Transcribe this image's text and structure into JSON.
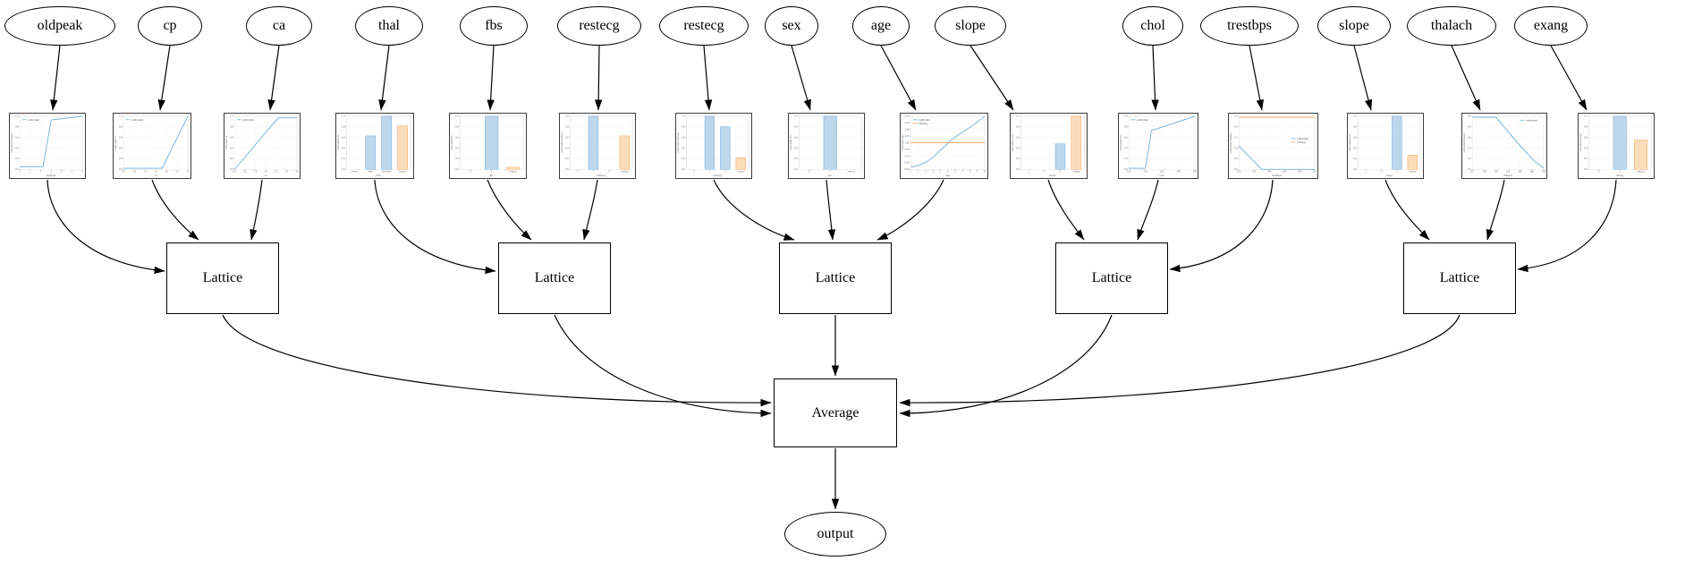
{
  "diagram": {
    "features": [
      "oldpeak",
      "cp",
      "ca",
      "thal",
      "fbs",
      "restecg",
      "restecg",
      "sex",
      "age",
      "slope",
      "chol",
      "trestbps",
      "slope",
      "thalach",
      "exang"
    ],
    "lattice_nodes": [
      "Lattice",
      "Lattice",
      "Lattice",
      "Lattice",
      "Lattice"
    ],
    "average_label": "Average",
    "output_label": "output",
    "groups": [
      [
        0,
        1,
        2
      ],
      [
        3,
        4,
        5
      ],
      [
        6,
        7,
        8
      ],
      [
        9,
        10,
        11
      ],
      [
        12,
        13,
        14
      ]
    ]
  },
  "colors": {
    "edge": "#000000",
    "calibrated_line": "#6facdc",
    "calibrated_fill": "#bcd6ea",
    "missing_line": "#f2a25c",
    "missing_fill": "#fbdcba"
  },
  "chart_data": [
    {
      "type": "line",
      "xlabel": "oldpeak",
      "ylabel": "calibrated oldpeak",
      "ymax": 1,
      "yticks": [
        "0.0",
        "0.2",
        "0.4",
        "0.6",
        "0.8",
        "1.0"
      ],
      "xticks": [
        "0",
        "1",
        "2",
        "3",
        "4",
        "5",
        "6"
      ],
      "legend": [
        {
          "label": "calibrated",
          "color": "blue"
        }
      ],
      "legend_pos": "tl",
      "series": [
        {
          "name": "calibrated",
          "color": "blue",
          "points": [
            [
              0,
              0.05
            ],
            [
              0.37,
              0.05
            ],
            [
              0.5,
              0.93
            ],
            [
              1,
              1.0
            ]
          ]
        }
      ]
    },
    {
      "type": "line",
      "xlabel": "cp",
      "ylabel": "calibrated cp",
      "ymax": 1,
      "yticks": [
        "0.0",
        "0.2",
        "0.4",
        "0.6",
        "0.8",
        "1.0"
      ],
      "xticks": [
        "0.0",
        "0.5",
        "1.0",
        "1.5",
        "2.0",
        "2.5",
        "3.0"
      ],
      "legend": [
        {
          "label": "calibrated",
          "color": "blue"
        }
      ],
      "legend_pos": "tl",
      "series": [
        {
          "name": "calibrated",
          "color": "blue",
          "points": [
            [
              0,
              0.02
            ],
            [
              0.6,
              0.02
            ],
            [
              1,
              1.0
            ]
          ]
        }
      ]
    },
    {
      "type": "line",
      "xlabel": "ca",
      "ylabel": "calibrated ca",
      "ymax": 1,
      "yticks": [
        "0.0",
        "0.2",
        "0.4",
        "0.6",
        "0.8",
        "1.0"
      ],
      "xticks": [
        "0.0",
        "0.5",
        "1.0",
        "1.5",
        "2.0",
        "2.5",
        "3.0"
      ],
      "legend": [
        {
          "label": "calibrated",
          "color": "blue"
        }
      ],
      "legend_pos": "tl",
      "series": [
        {
          "name": "calibrated",
          "color": "blue",
          "points": [
            [
              0,
              0.0
            ],
            [
              0.7,
              0.97
            ],
            [
              1,
              0.97
            ]
          ]
        }
      ]
    },
    {
      "type": "bar",
      "xlabel": "thal",
      "ylabel": "calibrated thal",
      "ymax": 1,
      "yticks": [
        "0.0",
        "0.2",
        "0.4",
        "0.6",
        "0.8",
        "1.0"
      ],
      "categories": [
        "normal",
        "fixed",
        "reversible",
        "missing"
      ],
      "values": [
        0,
        0.63,
        1.0,
        0.82
      ],
      "bar_colors": [
        "blue",
        "blue",
        "blue",
        "orange"
      ]
    },
    {
      "type": "bar",
      "xlabel": "fbs",
      "ylabel": "calibrated fbs",
      "ymax": 1,
      "yticks": [
        "0.0",
        "0.2",
        "0.4",
        "0.6",
        "0.8",
        "1.0"
      ],
      "categories": [
        "0",
        "1",
        "missing"
      ],
      "values": [
        0,
        1.0,
        0.04
      ],
      "bar_colors": [
        "blue",
        "blue",
        "orange"
      ]
    },
    {
      "type": "bar",
      "xlabel": "restecg",
      "ylabel": "calibrated restecg",
      "ymax": 1,
      "yticks": [
        "0.0",
        "0.2",
        "0.4",
        "0.6",
        "0.8",
        "1.0"
      ],
      "categories": [
        "0",
        "1",
        "2",
        "missing"
      ],
      "values": [
        0,
        1.0,
        0,
        0.63
      ],
      "bar_colors": [
        "blue",
        "blue",
        "blue",
        "orange"
      ]
    },
    {
      "type": "bar",
      "xlabel": "restecg",
      "ylabel": "calibrated restecg",
      "ymax": 1,
      "yticks": [
        "0.0",
        "0.2",
        "0.4",
        "0.6",
        "0.8",
        "1.0"
      ],
      "categories": [
        "0",
        "1",
        "2",
        "missing"
      ],
      "values": [
        0,
        1.0,
        0.8,
        0.22
      ],
      "bar_colors": [
        "blue",
        "blue",
        "blue",
        "orange"
      ]
    },
    {
      "type": "bar",
      "xlabel": "sex",
      "ylabel": "calibrated sex",
      "ymax": 1,
      "yticks": [
        "0.0",
        "0.2",
        "0.4",
        "0.6",
        "0.8",
        "1.0"
      ],
      "categories": [
        "0",
        "1",
        "missing"
      ],
      "values": [
        0,
        1.0,
        0
      ],
      "bar_colors": [
        "blue",
        "blue",
        "orange"
      ]
    },
    {
      "type": "line",
      "xlabel": "age",
      "ylabel": "calibrated age",
      "ymax": 2,
      "yticks": [
        "0.00",
        "0.25",
        "0.50",
        "0.75",
        "1.00",
        "1.25",
        "1.50",
        "1.75",
        "2.00"
      ],
      "xticks": [
        "0",
        "1",
        "2",
        "3",
        "4",
        "5",
        "6",
        "7",
        "8",
        "9",
        "10"
      ],
      "legend": [
        {
          "label": "calibrated",
          "color": "blue"
        },
        {
          "label": "missing",
          "color": "orange"
        }
      ],
      "legend_pos": "tl",
      "series": [
        {
          "name": "calibrated",
          "color": "blue",
          "points": [
            [
              0,
              0.08
            ],
            [
              0.1,
              0.14
            ],
            [
              0.2,
              0.26
            ],
            [
              0.3,
              0.45
            ],
            [
              0.4,
              0.72
            ],
            [
              0.5,
              0.97
            ],
            [
              0.55,
              1.12
            ],
            [
              0.7,
              1.4
            ],
            [
              0.85,
              1.68
            ],
            [
              1,
              2.0
            ]
          ]
        },
        {
          "name": "missing",
          "color": "orange",
          "points": [
            [
              0,
              1.0
            ],
            [
              1,
              1.0
            ]
          ]
        }
      ]
    },
    {
      "type": "bar",
      "xlabel": "slope",
      "ylabel": "calibrated slope",
      "ymax": 1,
      "yticks": [
        "0.0",
        "0.2",
        "0.4",
        "0.6",
        "0.8",
        "1.0"
      ],
      "categories": [
        "1",
        "2",
        "3",
        "missing"
      ],
      "values": [
        0,
        0,
        0.48,
        1.0
      ],
      "bar_colors": [
        "blue",
        "blue",
        "blue",
        "orange"
      ]
    },
    {
      "type": "line",
      "xlabel": "chol",
      "ylabel": "calibrated chol",
      "ymax": 1,
      "yticks": [
        "0.0",
        "0.2",
        "0.4",
        "0.6",
        "0.8",
        "1.0"
      ],
      "xticks": [
        "100",
        "200",
        "300",
        "400",
        "500"
      ],
      "legend": [
        {
          "label": "calibrated",
          "color": "blue"
        }
      ],
      "legend_pos": "tl",
      "series": [
        {
          "name": "calibrated",
          "color": "blue",
          "points": [
            [
              0,
              0.02
            ],
            [
              0.25,
              0.02
            ],
            [
              0.34,
              0.73
            ],
            [
              1,
              1.0
            ]
          ]
        }
      ]
    },
    {
      "type": "line",
      "xlabel": "trestbps",
      "ylabel": "calibrated trestbps",
      "ymax": 2.5,
      "yticks": [
        "0.0",
        "0.5",
        "1.0",
        "1.5",
        "2.0",
        "2.5"
      ],
      "xticks": [
        "100",
        "120",
        "140",
        "160",
        "180",
        "200"
      ],
      "legend": [
        {
          "label": "calibrated",
          "color": "blue"
        },
        {
          "label": "missing",
          "color": "orange"
        }
      ],
      "legend_pos": "mr",
      "series": [
        {
          "name": "calibrated",
          "color": "blue",
          "points": [
            [
              0,
              1.1
            ],
            [
              0.3,
              0.0
            ],
            [
              1,
              0.0
            ]
          ]
        },
        {
          "name": "missing",
          "color": "orange",
          "points": [
            [
              0,
              2.45
            ],
            [
              1,
              2.45
            ]
          ]
        }
      ]
    },
    {
      "type": "bar",
      "xlabel": "slope",
      "ylabel": "calibrated slope",
      "ymax": 1,
      "yticks": [
        "0.0",
        "0.2",
        "0.4",
        "0.6",
        "0.8",
        "1.0"
      ],
      "categories": [
        "1",
        "2",
        "3",
        "missing"
      ],
      "values": [
        0,
        0,
        1.0,
        0.27
      ],
      "bar_colors": [
        "blue",
        "blue",
        "blue",
        "orange"
      ]
    },
    {
      "type": "line",
      "xlabel": "thalach",
      "ylabel": "calibrated thalach",
      "ymax": 1,
      "yticks": [
        "0.0",
        "0.2",
        "0.4",
        "0.6",
        "0.8",
        "1.0"
      ],
      "xticks": [
        "80",
        "100",
        "120",
        "140",
        "160",
        "180",
        "200"
      ],
      "legend": [
        {
          "label": "calibrated",
          "color": "blue"
        }
      ],
      "legend_pos": "tr",
      "series": [
        {
          "name": "calibrated",
          "color": "blue",
          "points": [
            [
              0,
              0.98
            ],
            [
              0.33,
              0.98
            ],
            [
              0.6,
              0.55
            ],
            [
              0.85,
              0.18
            ],
            [
              1,
              0.02
            ]
          ]
        }
      ]
    },
    {
      "type": "bar",
      "xlabel": "exang",
      "ylabel": "calibrated exang",
      "ymax": 1,
      "yticks": [
        "0.0",
        "0.2",
        "0.4",
        "0.6",
        "0.8",
        "1.0"
      ],
      "categories": [
        "0",
        "1",
        "missing"
      ],
      "values": [
        0,
        1.0,
        0.55
      ],
      "bar_colors": [
        "blue",
        "blue",
        "orange"
      ]
    }
  ]
}
